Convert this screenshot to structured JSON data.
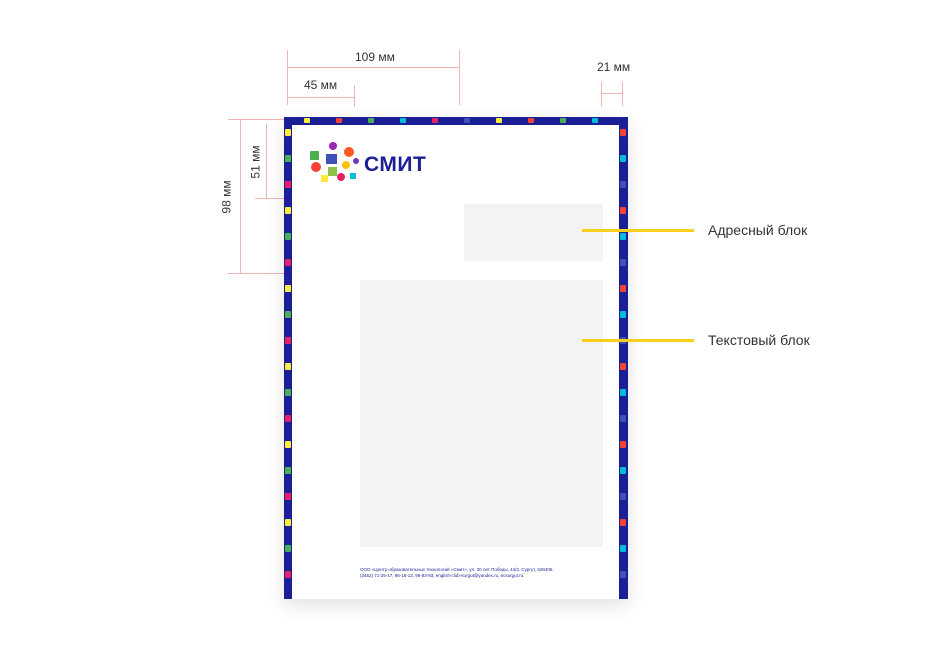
{
  "dimensions": {
    "width_109": "109 мм",
    "width_45": "45 мм",
    "width_21": "21 мм",
    "height_51": "51 мм",
    "height_98": "98 мм"
  },
  "letterhead": {
    "logo_text": "СМИТ",
    "footer_line1": "ООО «Центр образовательных технологий «Смит», ул. 30 лет Победы, 44/3, Сургут, 628406.",
    "footer_line2": "(3462) 71-25-17, 96-18-13, 96-83-93, english-club-surgut@yandex.ru, ecsurgut.ru."
  },
  "callouts": {
    "address_block": "Адресный блок",
    "text_block": "Текстовый блок"
  },
  "colors": {
    "brand_navy": "#1a1f96",
    "callout_yellow": "#f7cf1c",
    "placeholder_gray": "#f3f3f3"
  }
}
